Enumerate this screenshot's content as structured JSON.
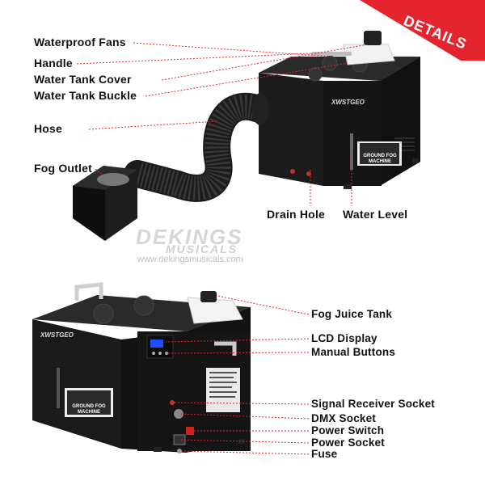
{
  "banner": {
    "text": "DETAILS",
    "color": "#e4252d"
  },
  "top_labels": {
    "waterproof_fans": "Waterproof Fans",
    "handle": "Handle",
    "water_tank_cover": "Water Tank Cover",
    "water_tank_buckle": "Water Tank Buckle",
    "hose": "Hose",
    "fog_outlet": "Fog Outlet",
    "drain_hole": "Drain Hole",
    "water_level": "Water Level"
  },
  "watermark": {
    "logo": "DEKINGS",
    "sub": "MUSICALS",
    "url": "www.dekingsmusicals.com"
  },
  "device": {
    "brand": "XWSTGEO",
    "model": "GROUND FOG MACHINE"
  },
  "bottom_labels": {
    "fog_juice_tank": "Fog Juice Tank",
    "lcd_display": "LCD Display",
    "manual_buttons": "Manual Buttons",
    "signal_receiver_socket": "Signal Receiver Socket",
    "dmx_socket": "DMX Socket",
    "power_switch": "Power Switch",
    "power_socket": "Power Socket",
    "fuse": "Fuse"
  },
  "colors": {
    "leader_line": "#e4252d",
    "machine_body": "#1a1a1a"
  }
}
